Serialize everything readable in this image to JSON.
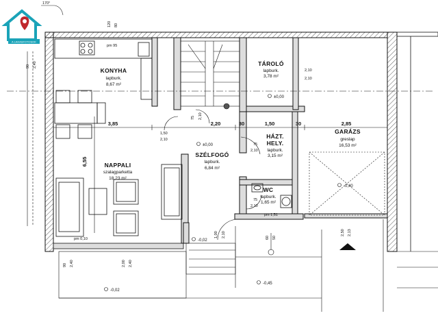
{
  "header": {
    "angle": "170°",
    "logo_text": "A LAKASFOTOSOK"
  },
  "rooms": {
    "konyha": {
      "name": "KONYHA",
      "floor": "lapburk.",
      "area": "8,67 m²"
    },
    "taorolo": {
      "name": "TÁROLÓ",
      "floor": "lapburk.",
      "area": "3,78 m²"
    },
    "nappali": {
      "name": "NAPPALI",
      "floor": "szalagparketta",
      "area": "18,23 m²"
    },
    "szelfogo": {
      "name": "SZÉLFOGÓ",
      "floor": "lapburk.",
      "area": "6,84 m²"
    },
    "haztLine1": "HÁZT.",
    "hazt": {
      "name": "HELY.",
      "floor": "lapburk.",
      "area": "3,15 m²"
    },
    "wc": {
      "name": "WC",
      "floor": "lapburk.",
      "area": "1,65 m²"
    },
    "garazs": {
      "name": "GARÁZS",
      "floor": "greslap",
      "area": "16,53 m²"
    }
  },
  "dimensions": {
    "d385": "3,85",
    "d220": "2,20",
    "d30a": "30",
    "d150": "1,50",
    "d30b": "30",
    "d285": "2,85",
    "d655": "6,55",
    "d150_210": "1,50",
    "d210a": "2,10",
    "d210b": "2,10",
    "d210c": "2,10",
    "d75a": "75",
    "d210d": "2,10",
    "d75b": "75",
    "d210e": "2,10",
    "d75c": "75",
    "d210f": "2,10",
    "d100": "1,00",
    "d210g": "2,10",
    "d90": "90",
    "d240a": "2,40",
    "d200": "2,00",
    "d240b": "2,40",
    "d250": "2,50",
    "d213": "2,13",
    "d60": "60",
    "d50": "50",
    "d120": "120",
    "d80": "80",
    "d90b": "90",
    "d240c": "2,40"
  },
  "levels": {
    "l1": "±0,00",
    "l2": "±0,00",
    "l3": "-0,40",
    "l4": "-0,02",
    "l5": "-0,02",
    "l6": "-0,45"
  },
  "marks": {
    "pm95": "pm 95",
    "pm151": "pm 1,51",
    "pm010": "pm 0,10"
  },
  "colors": {
    "line": "#111111",
    "wall_fill": "#d8d8d8",
    "logo": "#1aa3b8",
    "pin": "#c0282d"
  }
}
